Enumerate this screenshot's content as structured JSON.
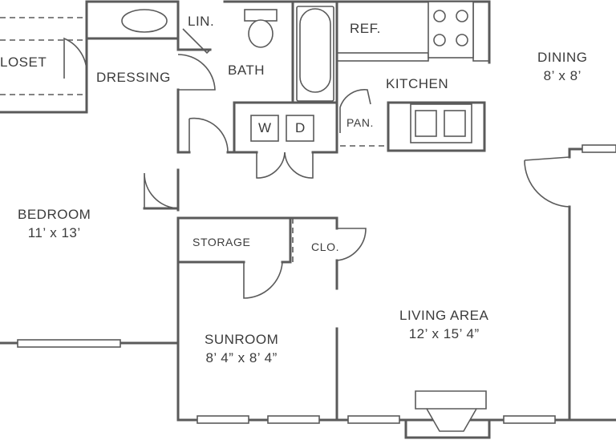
{
  "rooms": {
    "closet": {
      "name": "LOSET"
    },
    "dressing": {
      "name": "DRESSING"
    },
    "linen": {
      "name": "LIN."
    },
    "bath": {
      "name": "BATH"
    },
    "refrigerator": {
      "name": "REF."
    },
    "kitchen": {
      "name": "KITCHEN"
    },
    "dining": {
      "name": "DINING",
      "size": "8’ x 8’"
    },
    "washer": {
      "name": "W"
    },
    "dryer": {
      "name": "D"
    },
    "pantry": {
      "name": "PAN."
    },
    "bedroom": {
      "name": "BEDROOM",
      "size": "11’ x 13’"
    },
    "storage": {
      "name": "STORAGE"
    },
    "closet2": {
      "name": "CLO."
    },
    "living": {
      "name": "LIVING AREA",
      "size": "12’ x 15’ 4”"
    },
    "sunroom": {
      "name": "SUNROOM",
      "size": "8’ 4” x 8’ 4”"
    }
  }
}
